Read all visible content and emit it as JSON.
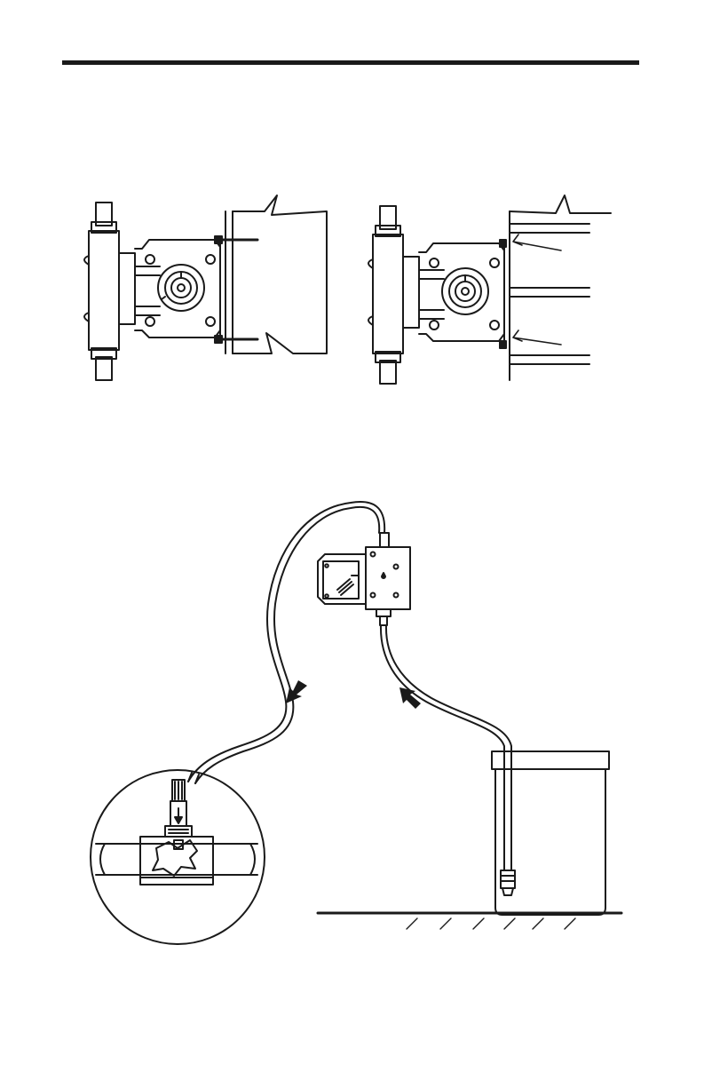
{
  "page": {
    "ink_color": "#1a1a1a",
    "paper_color": "#ffffff"
  },
  "figures": [
    {
      "id": "pump-mount-through-bolt"
    },
    {
      "id": "pump-mount-wall-screws"
    },
    {
      "id": "pump-installation-overview"
    }
  ],
  "icons": [
    "flow-arrow-icon",
    "drop-icon",
    "ground-hatch-icon"
  ]
}
